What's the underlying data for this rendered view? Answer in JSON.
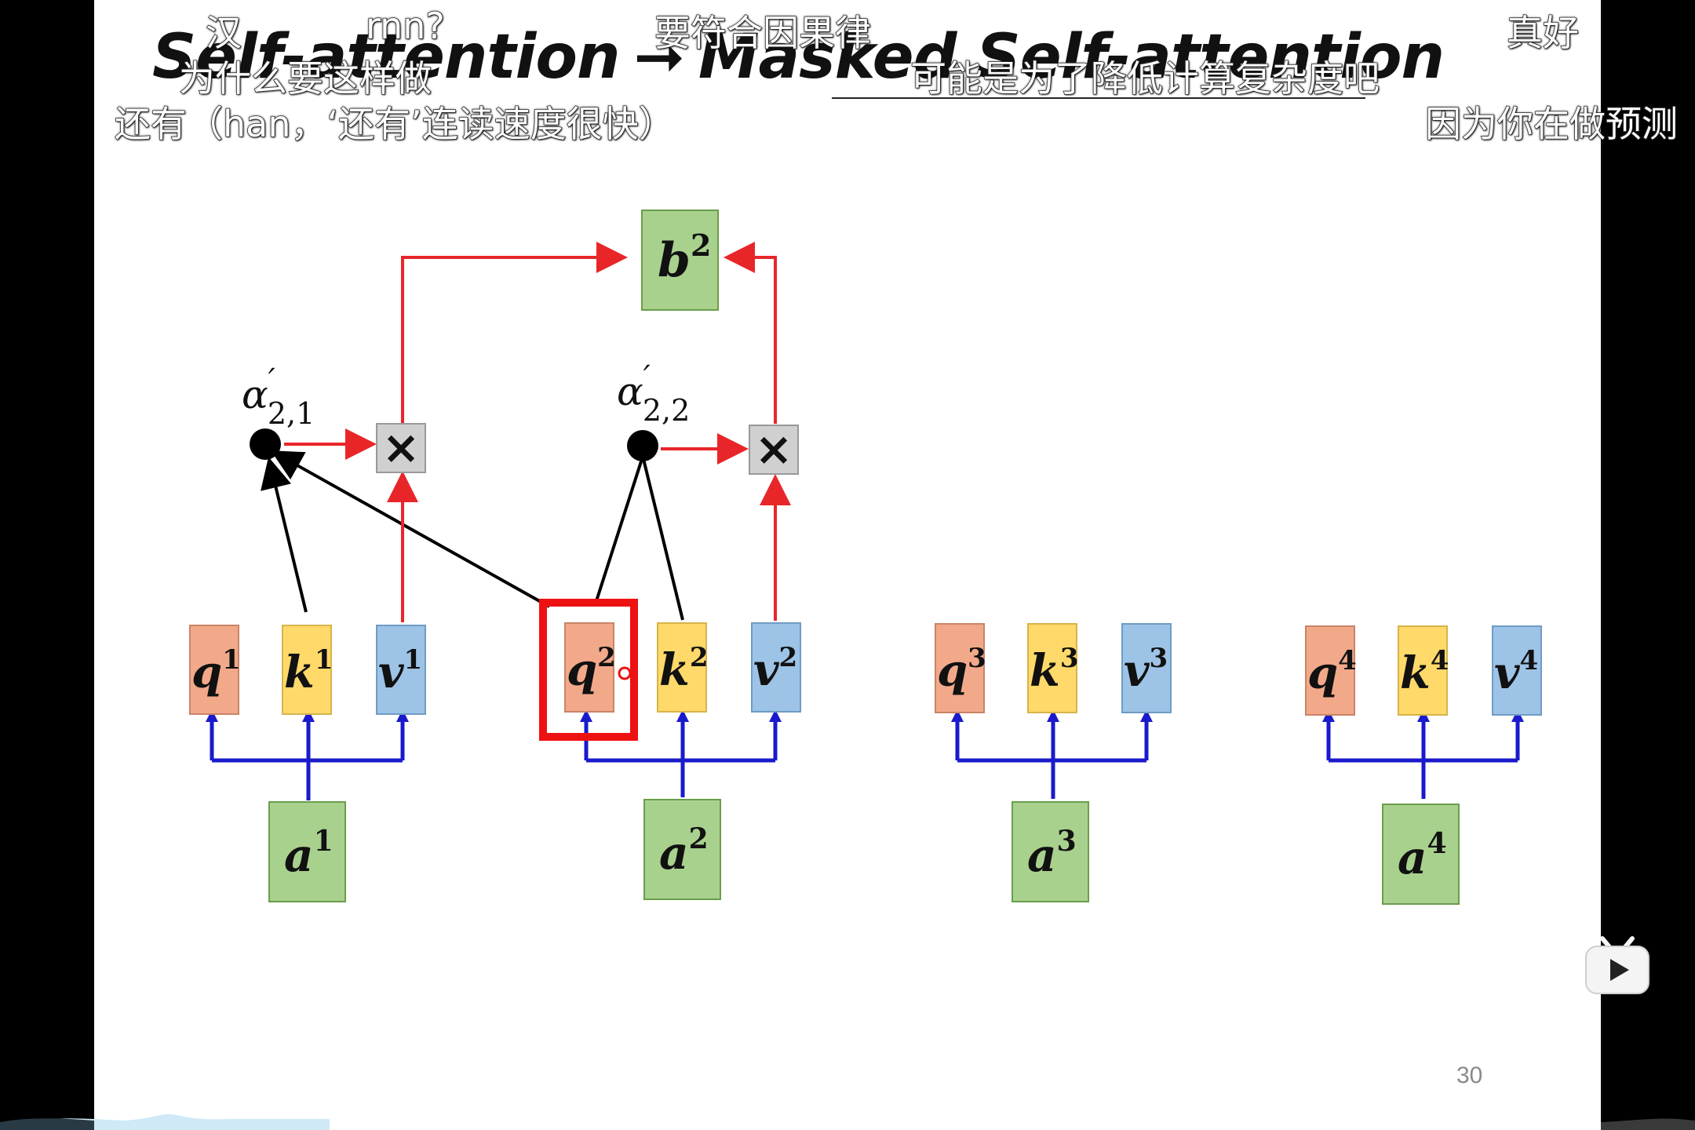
{
  "slide": {
    "title_left": "Self-attention",
    "title_right": "Masked Self-attention",
    "page_number": "30"
  },
  "diagram": {
    "output": {
      "var": "b",
      "sup": "2"
    },
    "weights": [
      {
        "sym": "α",
        "prime": "′",
        "sub": "2,1"
      },
      {
        "sym": "α",
        "prime": "′",
        "sub": "2,2"
      }
    ],
    "multiply_symbol": "×",
    "groups": [
      {
        "q": {
          "var": "q",
          "sup": "1"
        },
        "k": {
          "var": "k",
          "sup": "1"
        },
        "v": {
          "var": "v",
          "sup": "1"
        },
        "a": {
          "var": "a",
          "sup": "1"
        }
      },
      {
        "q": {
          "var": "q",
          "sup": "2"
        },
        "k": {
          "var": "k",
          "sup": "2"
        },
        "v": {
          "var": "v",
          "sup": "2"
        },
        "a": {
          "var": "a",
          "sup": "2"
        }
      },
      {
        "q": {
          "var": "q",
          "sup": "3"
        },
        "k": {
          "var": "k",
          "sup": "3"
        },
        "v": {
          "var": "v",
          "sup": "3"
        },
        "a": {
          "var": "a",
          "sup": "3"
        }
      },
      {
        "q": {
          "var": "q",
          "sup": "4"
        },
        "k": {
          "var": "k",
          "sup": "4"
        },
        "v": {
          "var": "v",
          "sup": "4"
        },
        "a": {
          "var": "a",
          "sup": "4"
        }
      }
    ],
    "colors": {
      "q_fill": "#f2a98a",
      "k_fill": "#ffd96a",
      "v_fill": "#9dc3e6",
      "a_fill": "#a9d18e",
      "red_arrow": "#e8262a",
      "blue_arrow": "#1a1acc",
      "highlight": "#ee1111",
      "multiply_box": "#d0d0d0"
    }
  },
  "danmaku": [
    {
      "text": "汉"
    },
    {
      "text": "rnn?"
    },
    {
      "text": "要符合因果律"
    },
    {
      "text": "真好"
    },
    {
      "text": "为什么要这样做"
    },
    {
      "text": "可能是为了降低计算复杂度吧"
    },
    {
      "text": "还有（han，‘还有’连读速度很快）"
    },
    {
      "text": "因为你在做预测"
    }
  ],
  "player": {
    "icon": "bilibili-tv-icon"
  }
}
